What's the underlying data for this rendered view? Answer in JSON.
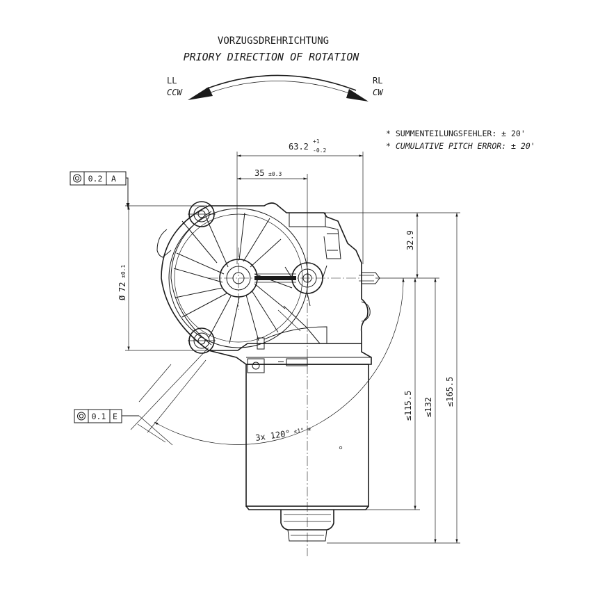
{
  "header": {
    "title_de": "VORZUGSDREHRICHTUNG",
    "title_en": "PRIORY DIRECTION OF ROTATION"
  },
  "rotation": {
    "left_de": "LL",
    "left_en": "CCW",
    "right_de": "RL",
    "right_en": "CW"
  },
  "notes": {
    "note_de": "* SUMMENTEILUNGSFEHLER: ± 20'",
    "note_en": "* CUMULATIVE PITCH ERROR: ± 20'"
  },
  "tolerance_frames": [
    {
      "symbol": "◎",
      "value": "0.2",
      "datum": "A"
    },
    {
      "symbol": "◎",
      "value": "0.1",
      "datum": "E"
    }
  ],
  "dimensions": {
    "width_total": {
      "value": "63.2",
      "tol_upper": "+1",
      "tol_lower": "-0.2"
    },
    "offset": {
      "value": "35",
      "tol": "±0.3"
    },
    "diameter": {
      "prefix": "Ø",
      "value": "72",
      "tol": "±0.1"
    },
    "height_top": {
      "value": "32.9"
    },
    "height_1": {
      "value": "≤115.5"
    },
    "height_2": {
      "value": "≤132"
    },
    "height_3": {
      "value": "≤165.5"
    },
    "angle": {
      "value": "3x 120°",
      "tol": "±1°",
      "mark": "*"
    }
  }
}
